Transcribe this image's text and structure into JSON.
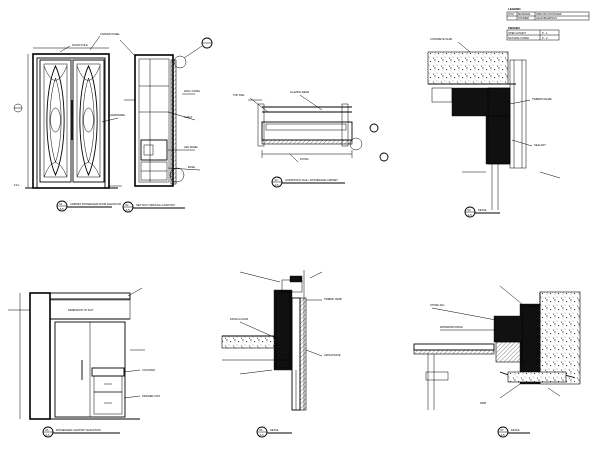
{
  "legend": {
    "title": "LEGEND",
    "columns": [
      "SYM",
      "MATERIAL",
      "SPECIFICATION REF."
    ],
    "rows": [
      [
        "",
        "STAINED",
        "LEAD BEARINGS"
      ]
    ],
    "finishes_title": "FINISHES",
    "finishes": [
      [
        "OPEN & PAINT",
        "P - 1"
      ],
      [
        "NATURAL FINISH",
        "P - 2"
      ]
    ]
  },
  "details": [
    {
      "id": "door-elevation",
      "callout": "01",
      "sheet": "A-5",
      "title": "CABINET PASSENGER DOOR ELEVATION"
    },
    {
      "id": "door-side-section",
      "callout": "02",
      "sheet": "A-5",
      "title": "SECTION THROUGH LAVATORY"
    },
    {
      "id": "horizontal-rail-section",
      "callout": "03",
      "sheet": "A-5",
      "title": "HORIZONTAL RAIL / PASSENGER CABINET"
    },
    {
      "id": "top-corner-detail",
      "callout": "04",
      "sheet": "A-5",
      "title": "DETAIL"
    },
    {
      "id": "cabinet-elevation",
      "callout": "05",
      "sheet": "A-5",
      "title": "PASSENGER LAVATORY ELEVATION"
    },
    {
      "id": "jamb-detail",
      "callout": "06",
      "sheet": "A-5",
      "title": "DETAIL"
    },
    {
      "id": "sill-detail",
      "callout": "07",
      "sheet": "A-5",
      "title": "DETAIL"
    }
  ],
  "annotations": {
    "door_elevation": [
      "DOOR STILE",
      "CARVED PANEL",
      "HARDWARE",
      "F.F.L."
    ],
    "side_section": [
      "WALL FINISH",
      "SHELF",
      "LED PANEL",
      "BASE"
    ],
    "rail_section": [
      "TOP RAIL",
      "GLAZING BEAD",
      "FIXING"
    ],
    "corner_detail": [
      "CONCRETE SLAB",
      "TIMBER FRAME",
      "SEALANT"
    ],
    "cabinet_elevation": [
      "DIMENSION TO SUIT",
      "COUNTER",
      "DRAWER UNIT"
    ],
    "jamb_detail": [
      "FINISH FLOOR",
      "TIMBER JAMB",
      "ARCHITRAVE"
    ],
    "sill_detail": [
      "STONE SILL",
      "WATERPROOFING",
      "DRIP"
    ]
  }
}
